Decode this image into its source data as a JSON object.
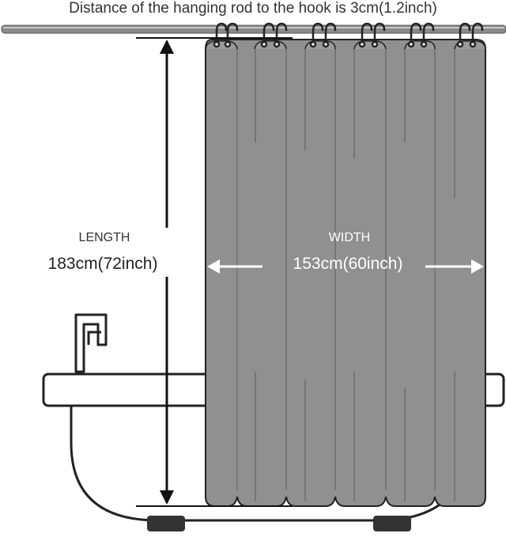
{
  "diagram": {
    "top_note": "Distance of the hanging rod to the hook is 3cm(1.2inch)",
    "length_label": "LENGTH",
    "length_value": "183cm(72inch)",
    "width_label": "WIDTH",
    "width_value": "153cm(60inch)"
  },
  "colors": {
    "curtain_fill": "#909090",
    "curtain_stroke": "#222222",
    "rod": "#8a8a8a",
    "tub_stroke": "#222222",
    "tub_fill": "#ffffff",
    "arrow_dark": "#111111",
    "arrow_light": "#ffffff",
    "feet": "#333333"
  }
}
